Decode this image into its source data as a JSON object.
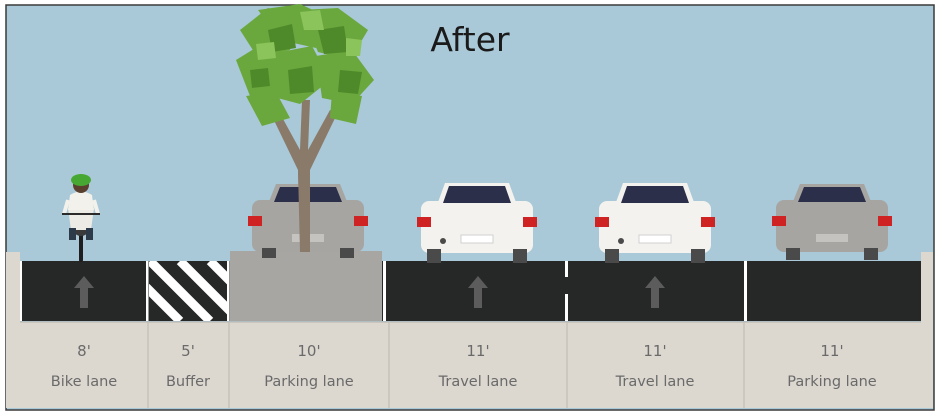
{
  "title": "After",
  "colors": {
    "sky": "#a9c8d8",
    "road": "#262827",
    "curb": "#dcd8d0",
    "planter": "#a8a6a2",
    "lane_line": "#ffffff",
    "arrow": "#5b5c5b",
    "tree_foliage": "#6aa83e",
    "tree_trunk": "#8a7a6a",
    "parked_car": "#a6a5a2",
    "moving_car": "#f3f2ee",
    "tail_light": "#cf2323"
  },
  "lanes": [
    {
      "width": "8'",
      "name": "Bike lane",
      "arrow": "up"
    },
    {
      "width": "5'",
      "name": "Buffer",
      "arrow": "none"
    },
    {
      "width": "10'",
      "name": "Parking lane",
      "arrow": "none"
    },
    {
      "width": "11'",
      "name": "Travel lane",
      "arrow": "up"
    },
    {
      "width": "11'",
      "name": "Travel lane",
      "arrow": "up"
    },
    {
      "width": "11'",
      "name": "Parking lane",
      "arrow": "none"
    }
  ]
}
